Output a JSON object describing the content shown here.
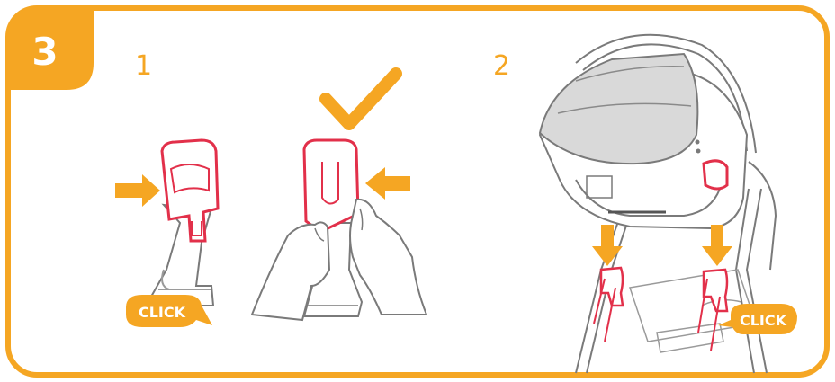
{
  "step": {
    "number": "3"
  },
  "panels": [
    {
      "id": "panel-1",
      "label": "1"
    },
    {
      "id": "panel-2",
      "label": "2"
    }
  ],
  "badges": [
    {
      "id": "click-badge-1",
      "text": "CLICK"
    },
    {
      "id": "click-badge-2",
      "text": "CLICK"
    }
  ],
  "icons": [
    "check-icon",
    "arrow-right-icon",
    "arrow-left-icon",
    "arrow-down-icon"
  ],
  "colors": {
    "accent": "#F5A623",
    "part_outline": "#E2304A",
    "line": "#7a7a7a",
    "canopy": "#d9d9d9"
  }
}
